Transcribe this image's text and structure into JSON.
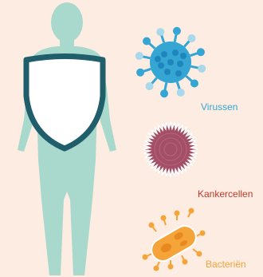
{
  "labels": {
    "viruses": "Virussen",
    "cancer_cells": "Kankercellen",
    "bacteria": "Bacteriën"
  },
  "colors": {
    "background": "#fcece2",
    "body": "#a9d8cc",
    "shield_border": "#1f5e6a",
    "shield_fill": "#ffffff",
    "virus": "#35a6d4",
    "virus_spots": "#1f86bd",
    "virus_spikes": "#a9d8ea",
    "cancer_cell": "#a44f68",
    "bacteria": "#f5a43a",
    "label_virus": "#35a6d4",
    "label_cancer": "#c0392b",
    "label_bacteria": "#f5a43a"
  },
  "icons": [
    "human-body-icon",
    "shield-icon",
    "virus-icon",
    "cancer-cell-icon",
    "bacteria-icon"
  ]
}
